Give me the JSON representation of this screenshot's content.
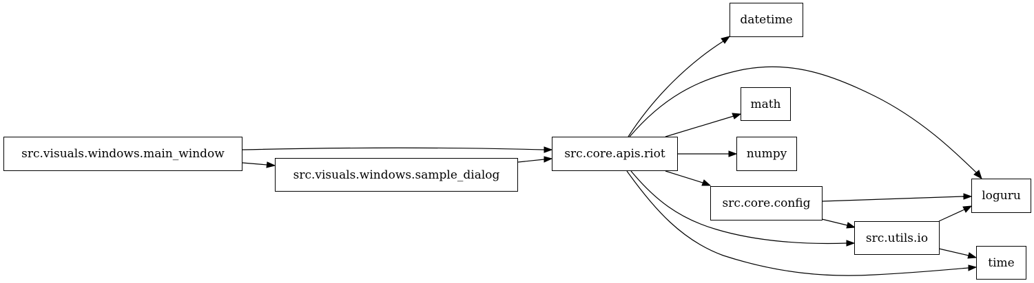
{
  "diagram": {
    "type": "dependency-graph",
    "direction": "left-to-right",
    "nodes": [
      {
        "id": "main_window",
        "label": "src.visuals.windows.main_window"
      },
      {
        "id": "sample_dialog",
        "label": "src.visuals.windows.sample_dialog"
      },
      {
        "id": "riot",
        "label": "src.core.apis.riot"
      },
      {
        "id": "datetime",
        "label": "datetime"
      },
      {
        "id": "math",
        "label": "math"
      },
      {
        "id": "numpy",
        "label": "numpy"
      },
      {
        "id": "config",
        "label": "src.core.config"
      },
      {
        "id": "io",
        "label": "src.utils.io"
      },
      {
        "id": "loguru",
        "label": "loguru"
      },
      {
        "id": "time",
        "label": "time"
      }
    ],
    "edges": [
      {
        "from": "main_window",
        "to": "riot"
      },
      {
        "from": "main_window",
        "to": "sample_dialog"
      },
      {
        "from": "sample_dialog",
        "to": "riot"
      },
      {
        "from": "riot",
        "to": "datetime"
      },
      {
        "from": "riot",
        "to": "loguru"
      },
      {
        "from": "riot",
        "to": "math"
      },
      {
        "from": "riot",
        "to": "numpy"
      },
      {
        "from": "riot",
        "to": "config"
      },
      {
        "from": "riot",
        "to": "io"
      },
      {
        "from": "riot",
        "to": "time"
      },
      {
        "from": "config",
        "to": "loguru"
      },
      {
        "from": "config",
        "to": "io"
      },
      {
        "from": "io",
        "to": "loguru"
      },
      {
        "from": "io",
        "to": "time"
      }
    ]
  }
}
